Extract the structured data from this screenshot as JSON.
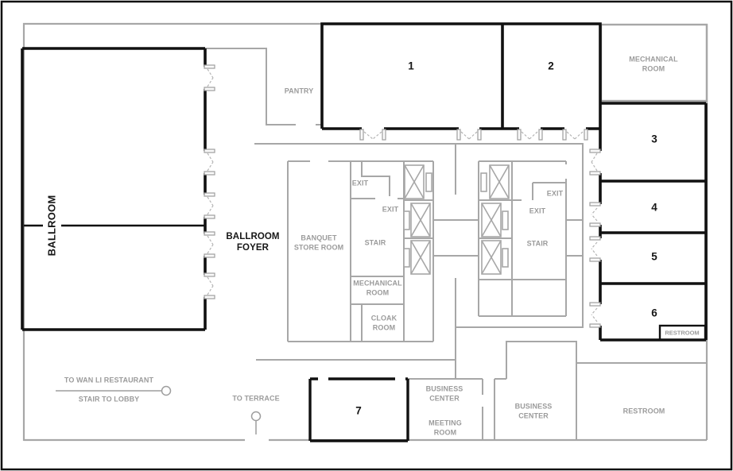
{
  "colors": {
    "wall_black": "#111111",
    "wall_gray": "#a7a7a7",
    "label_gray": "#9b9b9b"
  },
  "labels": {
    "ballroom": "BALLROOM",
    "ballroom_foyer": [
      "BALLROOM",
      "FOYER"
    ],
    "pantry": "PANTRY",
    "room_numbers": [
      "1",
      "2",
      "3",
      "4",
      "5",
      "6",
      "7"
    ],
    "mechanical_room_top": [
      "MECHANICAL",
      "ROOM"
    ],
    "banquet_store_room": [
      "BANQUET",
      "STORE ROOM"
    ],
    "core_left": {
      "exit_upper": "EXIT",
      "exit_lower": "EXIT",
      "stair": "STAIR",
      "mechanical_room": [
        "MECHANICAL",
        "ROOM"
      ],
      "cloak_room": [
        "CLOAK",
        "ROOM"
      ]
    },
    "core_right": {
      "exit_upper": "EXIT",
      "exit_lower": "EXIT",
      "stair": "STAIR"
    },
    "restroom_room6": "RESTROOM",
    "restroom_main": "RESTROOM",
    "business_center_meeting_room": [
      "BUSINESS",
      "CENTER",
      "MEETING",
      "ROOM"
    ],
    "business_center": [
      "BUSINESS",
      "CENTER"
    ],
    "to_wan_li_restaurant": "TO WAN LI RESTAURANT",
    "stair_to_lobby": "STAIR TO LOBBY",
    "to_terrace": "TO TERRACE"
  }
}
